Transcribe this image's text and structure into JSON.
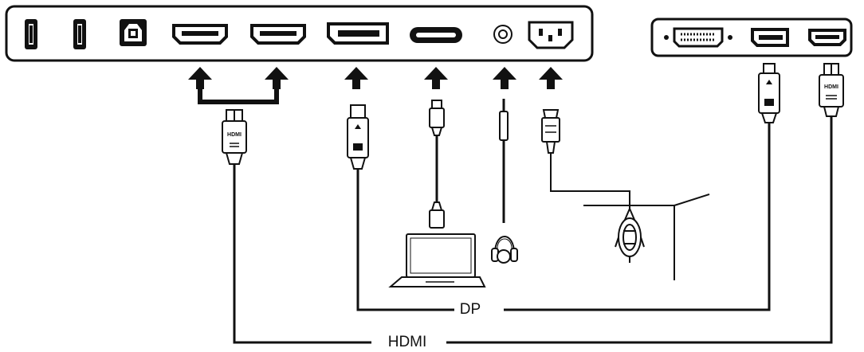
{
  "labels": {
    "dp_cable": "DP",
    "hdmi_cable": "HDMI",
    "hdmi_plug_text": "HDMI"
  },
  "monitor_ports": [
    "usb-a-port",
    "usb-a-port",
    "usb-b-port",
    "hdmi-port",
    "hdmi-port",
    "displayport-port",
    "usb-c-port",
    "audio-jack-port",
    "ac-power-inlet"
  ],
  "source_ports": [
    "dvi-port",
    "displayport-port",
    "hdmi-port"
  ],
  "colors": {
    "line": "#111111",
    "background": "#ffffff"
  }
}
